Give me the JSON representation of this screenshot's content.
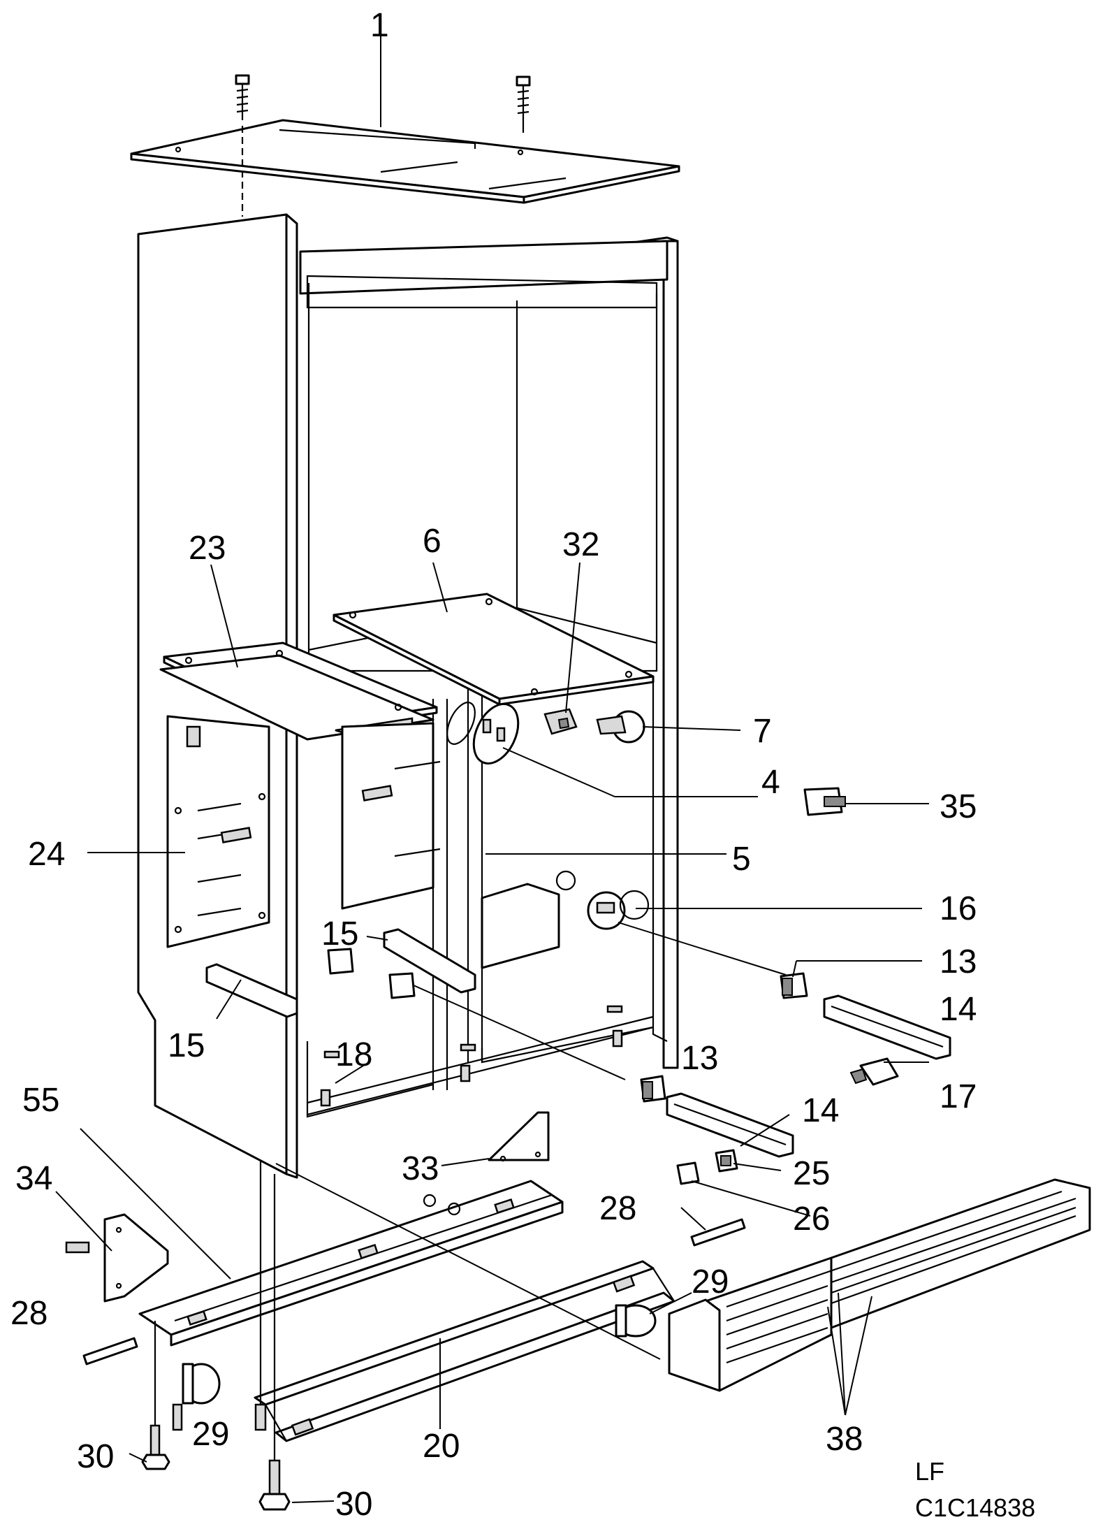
{
  "callouts": [
    {
      "id": "c1",
      "text": "1"
    },
    {
      "id": "c23",
      "text": "23"
    },
    {
      "id": "c6",
      "text": "6"
    },
    {
      "id": "c32",
      "text": "32"
    },
    {
      "id": "c7",
      "text": "7"
    },
    {
      "id": "c4",
      "text": "4"
    },
    {
      "id": "c35",
      "text": "35"
    },
    {
      "id": "c24",
      "text": "24"
    },
    {
      "id": "c5",
      "text": "5"
    },
    {
      "id": "c16",
      "text": "16"
    },
    {
      "id": "c15a",
      "text": "15"
    },
    {
      "id": "c13a",
      "text": "13"
    },
    {
      "id": "c14a",
      "text": "14"
    },
    {
      "id": "c15b",
      "text": "15"
    },
    {
      "id": "c18",
      "text": "18"
    },
    {
      "id": "c13b",
      "text": "13"
    },
    {
      "id": "c17",
      "text": "17"
    },
    {
      "id": "c55",
      "text": "55"
    },
    {
      "id": "c14b",
      "text": "14"
    },
    {
      "id": "c33",
      "text": "33"
    },
    {
      "id": "c25",
      "text": "25"
    },
    {
      "id": "c34",
      "text": "34"
    },
    {
      "id": "c26",
      "text": "26"
    },
    {
      "id": "c28a",
      "text": "28"
    },
    {
      "id": "c28b",
      "text": "28"
    },
    {
      "id": "c29a",
      "text": "29"
    },
    {
      "id": "c29b",
      "text": "29"
    },
    {
      "id": "c20",
      "text": "20"
    },
    {
      "id": "c38",
      "text": "38"
    },
    {
      "id": "c30a",
      "text": "30"
    },
    {
      "id": "c30b",
      "text": "30"
    }
  ],
  "footer": {
    "side_code": "LF",
    "drawing_code": "C1C14838"
  }
}
